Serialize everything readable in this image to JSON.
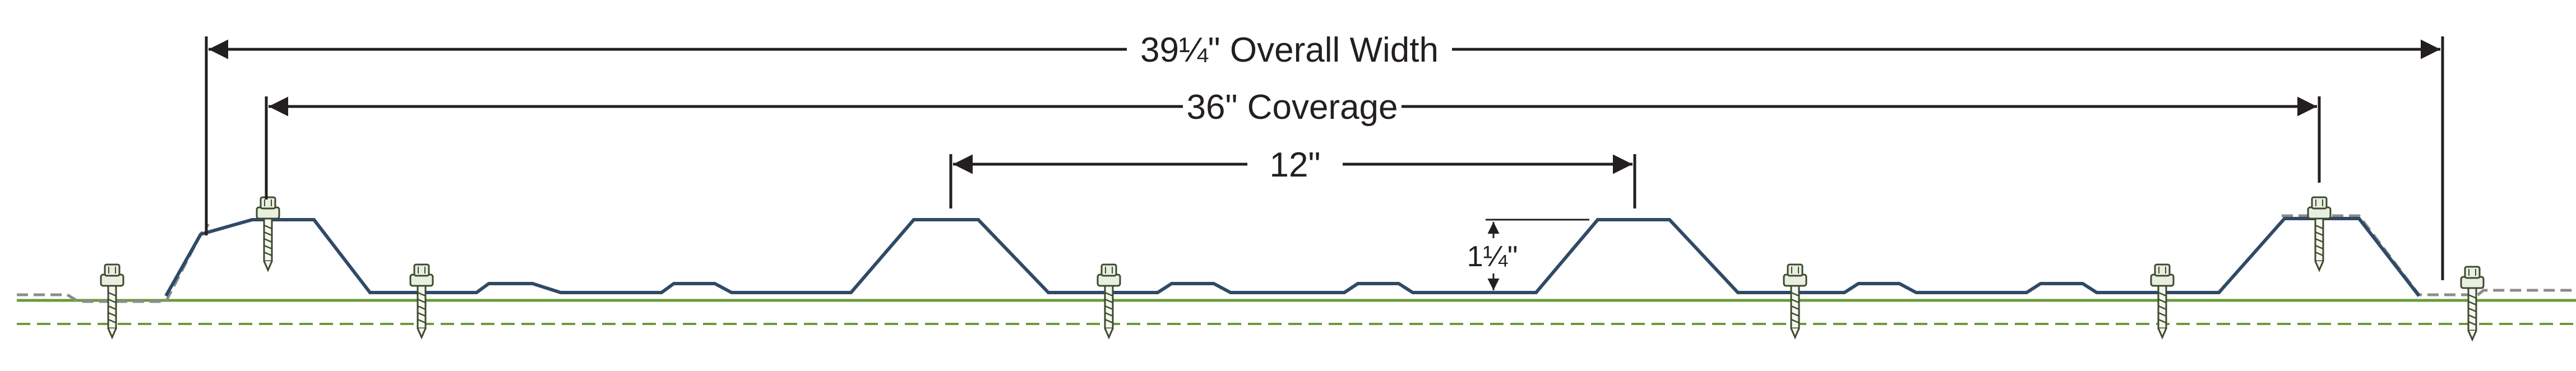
{
  "diagram": {
    "dimensions": {
      "overall_width": "39¼\" Overall Width",
      "coverage": "36\" Coverage",
      "rib_spacing": "12\"",
      "rib_height": "1¼\""
    },
    "colors": {
      "panel": "#2f4a66",
      "dimension_line": "#231f20",
      "substrate_green": "#6a9a3a",
      "dashed_gray": "#8c8c8c",
      "fastener_body": "#e8eee0",
      "fastener_stroke": "#3d4a2e"
    }
  }
}
